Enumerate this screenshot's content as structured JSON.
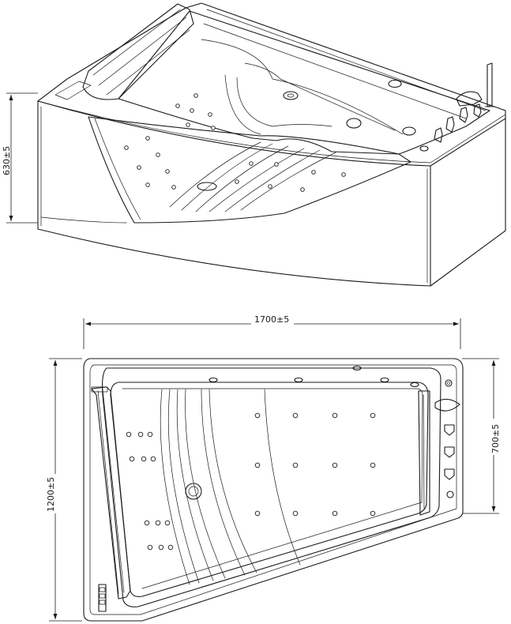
{
  "dimensions": {
    "height": "630±5",
    "length": "1700±5",
    "width_total": "1200±5",
    "width_end": "700±5"
  },
  "colors": {
    "line": "#1a1a1a",
    "background": "#ffffff"
  }
}
